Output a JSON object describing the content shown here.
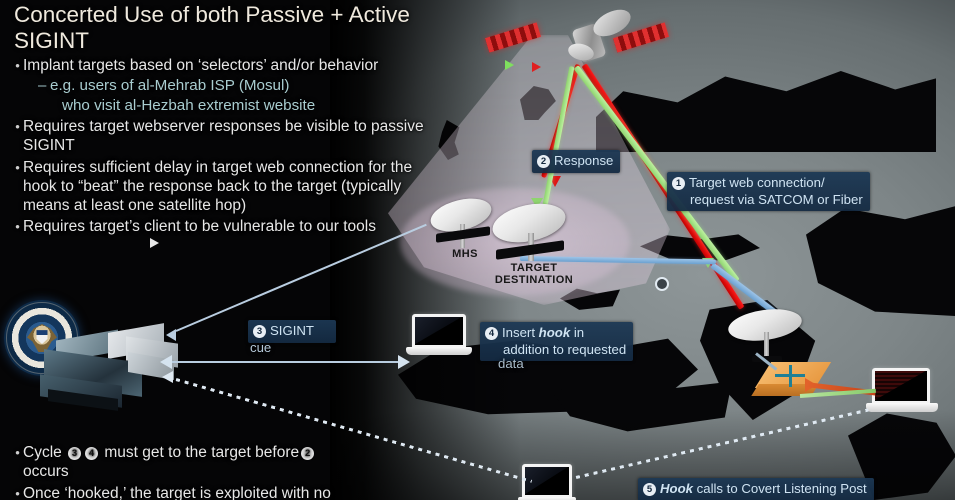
{
  "slide": {
    "title": "Concerted Use of both Passive + Active SIGINT",
    "bullets": [
      {
        "text": "Implant targets based on ‘selectors’ and/or behavior"
      },
      {
        "text": "Requires target webserver responses be visible to passive SIGINT"
      },
      {
        "text": "Requires sufficient delay in target web connection for the hook to “beat” the response back to the target (typically means at least one satellite hop)"
      },
      {
        "text": "Requires target’s client to be vulnerable to our tools"
      }
    ],
    "sub_bullets": [
      {
        "dash": "–",
        "line1": "e.g. users of al-Mehrab ISP (Mosul)",
        "line2": "who visit al-Hezbah extremist website"
      }
    ],
    "bottom_notes": [
      {
        "prefix": "Cycle",
        "n1": "3",
        "n2": "4",
        "mid": "must get to the target before",
        "n3": "2",
        "suffix": "occurs"
      },
      {
        "text": "Once ‘hooked,’ the target is exploited with no"
      }
    ]
  },
  "callouts": [
    {
      "id": "c1",
      "num": "1",
      "line1": "Target web connection/",
      "line2": "request via SATCOM or Fiber"
    },
    {
      "id": "c2",
      "num": "2",
      "line1": "Response"
    },
    {
      "id": "c3",
      "num": "3",
      "line1": "SIGINT"
    },
    {
      "id": "c3b",
      "text": "cue"
    },
    {
      "id": "c4",
      "num": "4",
      "pre": "Insert",
      "em": "hook",
      "post": "in",
      "line2": "addition to requested"
    },
    {
      "id": "c4b",
      "text": "data"
    },
    {
      "id": "c5",
      "num": "5",
      "em": "Hook",
      "post": "calls to Covert Listening Post"
    }
  ],
  "map_labels": {
    "mhs": "MHS",
    "target_destination_line1": "TARGET",
    "target_destination_line2": "DESTINATION"
  },
  "seal": {
    "ring_text": "NATIONAL SECURITY AGENCY"
  },
  "colors": {
    "callout_bg": "#1c3854",
    "callout_text": "#cfe3f2",
    "beam_red": "#e81e1e",
    "beam_green": "#9fe07a",
    "beam_blue": "#8cb9e0",
    "subbullet_text": "#a9cdd0",
    "title_text": "#efe9dd",
    "footprint": "#e2cee0",
    "router_orange": "#e79840"
  }
}
